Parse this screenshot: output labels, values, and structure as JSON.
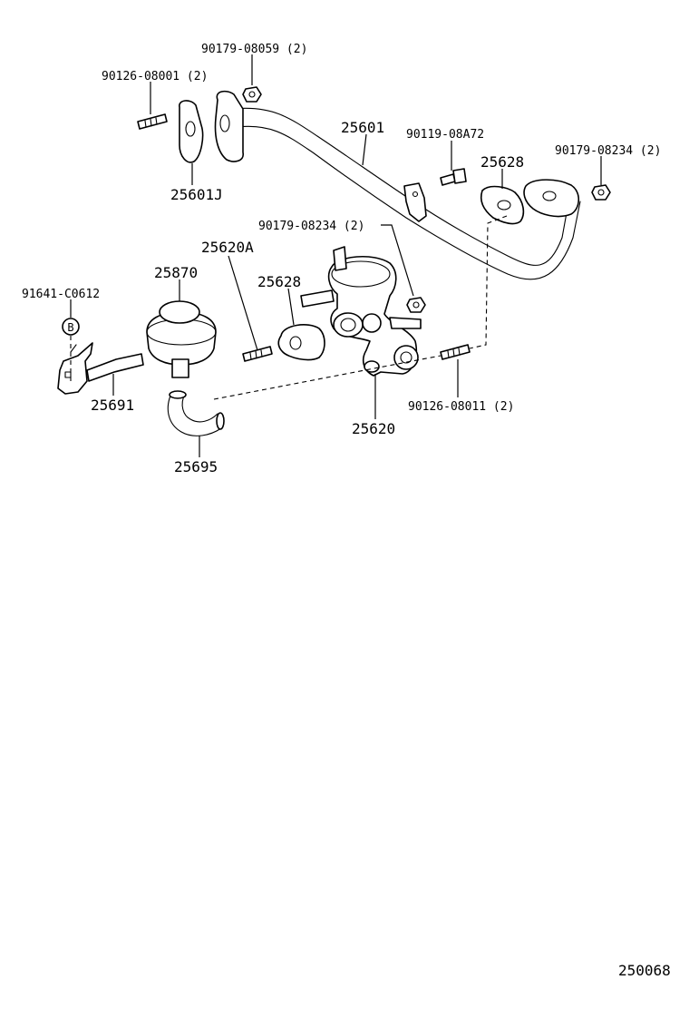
{
  "diagram": {
    "catalog_code": "250068",
    "callout_symbol": "B",
    "part_labels": {
      "p90179_08059": "90179-08059 (2)",
      "p90126_08001": "90126-08001 (2)",
      "p25601": "25601",
      "p90119_08A72": "90119-08A72",
      "p25628_upper": "25628",
      "p90179_08234_right": "90179-08234 (2)",
      "p25601J": "25601J",
      "p90179_08234_mid": "90179-08234 (2)",
      "p25620A": "25620A",
      "p25870": "25870",
      "p91641_C0612": "91641-C0612",
      "p25628_lower": "25628",
      "p25691": "25691",
      "p25695": "25695",
      "p25620": "25620",
      "p90126_08011": "90126-08011 (2)"
    }
  }
}
